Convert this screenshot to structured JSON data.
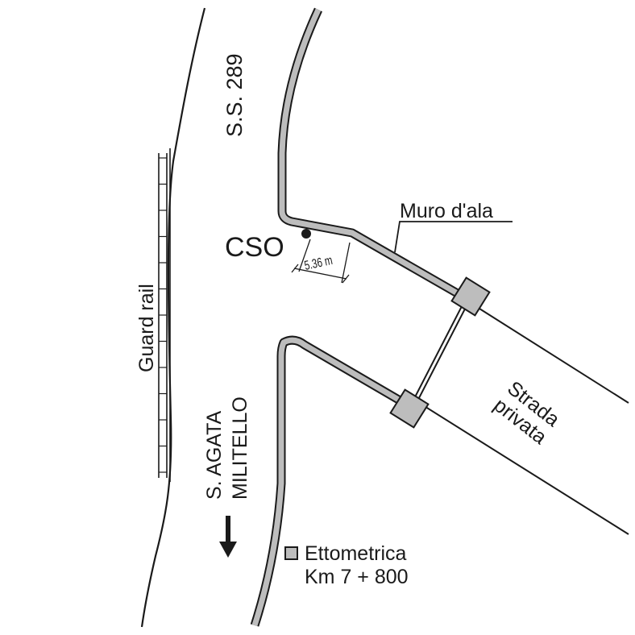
{
  "labels": {
    "road": "S.S. 289",
    "guard_rail": "Guard rail",
    "cso": "CSO",
    "muro": "Muro d'ala",
    "distance": "5.36 m",
    "strada_line1": "Strada",
    "strada_line2": "privata",
    "direction_line1": "S. AGATA",
    "direction_line2": "MILITELLO",
    "marker_line1": "Ettometrica",
    "marker_line2": "Km 7 + 800"
  },
  "colors": {
    "line": "#1a1a1a",
    "wall_fill": "#bdbdbd",
    "background": "#ffffff"
  }
}
